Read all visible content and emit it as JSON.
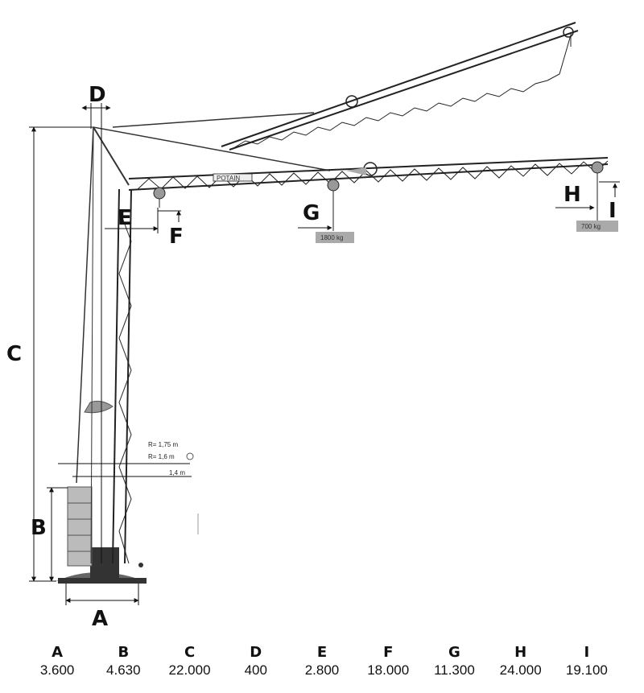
{
  "diagram": {
    "brand": "POTAIN",
    "labels": {
      "A": "A",
      "B": "B",
      "C": "C",
      "D": "D",
      "E": "E",
      "F": "F",
      "G": "G",
      "H": "H",
      "I": "I"
    },
    "load_tags": {
      "mid": "1800 kg",
      "tip": "700 kg"
    },
    "radius_notes": {
      "r1": "R= 1,75 m",
      "r2": "R= 1,6 m",
      "offset": "1,4 m"
    }
  },
  "dimensions": [
    {
      "key": "A",
      "value": "3.600"
    },
    {
      "key": "B",
      "value": "4.630"
    },
    {
      "key": "C",
      "value": "22.000"
    },
    {
      "key": "D",
      "value": "400"
    },
    {
      "key": "E",
      "value": "2.800"
    },
    {
      "key": "F",
      "value": "18.000"
    },
    {
      "key": "G",
      "value": "11.300"
    },
    {
      "key": "H",
      "value": "24.000"
    },
    {
      "key": "I",
      "value": "19.100"
    }
  ]
}
